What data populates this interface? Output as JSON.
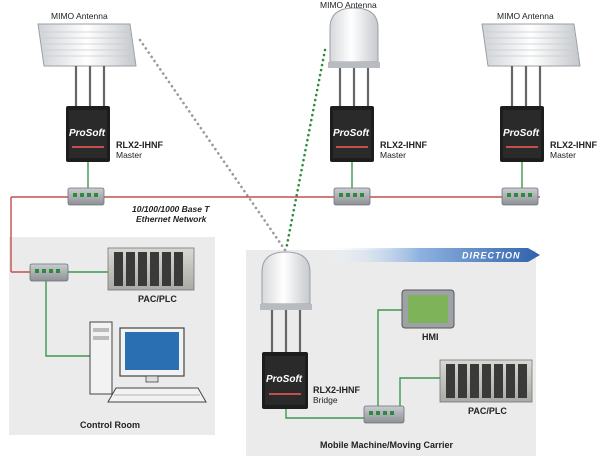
{
  "labels": {
    "mimo_left": "MIMO Antenna",
    "mimo_center": "MIMO Antenna",
    "mimo_right": "MIMO Antenna",
    "radio_left_model": "RLX2-IHNF",
    "radio_left_role": "Master",
    "radio_right_model": "RLX2-IHNF",
    "radio_right_role": "Master",
    "radio_bridge_model": "RLX2-IHNF",
    "radio_bridge_role": "Bridge",
    "network_line1": "10/100/1000 Base T",
    "network_line2": "Ethernet Network",
    "pac_plc_control": "PAC/PLC",
    "pac_plc_mobile": "PAC/PLC",
    "hmi": "HMI",
    "control_room": "Control Room",
    "mobile_machine": "Mobile Machine/Moving Carrier",
    "direction": "DIRECTION"
  },
  "device_logo": "ProSoft",
  "colors": {
    "ethernet_red": "#c0504d",
    "link_green": "#3a9a4e",
    "wireless_dot_gray": "#9a9a9a",
    "wireless_dot_green": "#2e8b3e",
    "zone_fill": "#ebebeb",
    "direction_blue": "#3b6fb5"
  }
}
